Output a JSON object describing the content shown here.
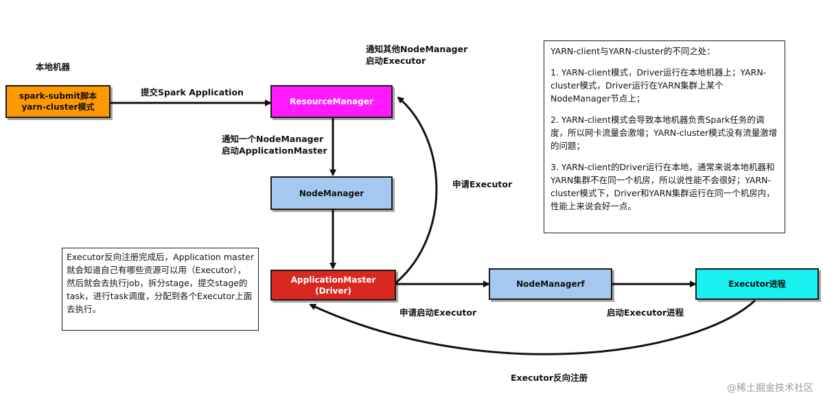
{
  "labels": {
    "local_machine": "本地机器",
    "submit_app": "提交Spark Application",
    "notify_others_1": "通知其他NodeManager",
    "notify_others_2": "启动Executor",
    "notify_one_1": "通知一个NodeManager",
    "notify_one_2": "启动ApplicationMaster",
    "apply_executor": "申请Executor",
    "apply_start_executor": "申请启动Executor",
    "start_executor_process": "启动Executor进程",
    "executor_register": "Executor反向注册"
  },
  "nodes": {
    "spark_submit_1": "spark-submit脚本",
    "spark_submit_2": "yarn-cluster模式",
    "resource_manager": "ResourceManager",
    "node_manager": "NodeManager",
    "app_master_1": "ApplicationMaster",
    "app_master_2": "(Driver)",
    "node_managerf": "NodeManagerf",
    "executor_process": "Executor进程"
  },
  "colors": {
    "spark_submit": "#ff9900",
    "resource_manager": "#ff1aff",
    "node_manager": "#a4c8f0",
    "app_master": "#d9281f",
    "node_managerf": "#a4c8f0",
    "executor_process": "#19f0f0"
  },
  "note_left": {
    "text": "Executor反向注册完成后，Application master就会知道自己有哪些资源可以用（Executor），然后就会去执行job，拆分stage，提交stage的task，进行task调度，分配到各个Executor上面去执行。"
  },
  "note_right": {
    "title": "YARN-client与YARN-cluster的不同之处：",
    "point1": "1.  YARN-client模式，Driver运行在本地机器上；YARN-cluster模式，Driver运行在YARN集群上某个NodeManager节点上；",
    "point2": "2. YARN-client模式会导致本地机器负责Spark任务的调度，所以网卡流量会激增；YARN-cluster模式没有流量激增的问题；",
    "point3": "3. YARN-client的Driver运行在本地，通常来说本地机器和YARN集群不在同一个机房，所以说性能不会很好；YARN-cluster模式下，Driver和YARN集群运行在同一个机房内，性能上来说会好一点。"
  },
  "watermark": "@稀土掘金技术社区"
}
